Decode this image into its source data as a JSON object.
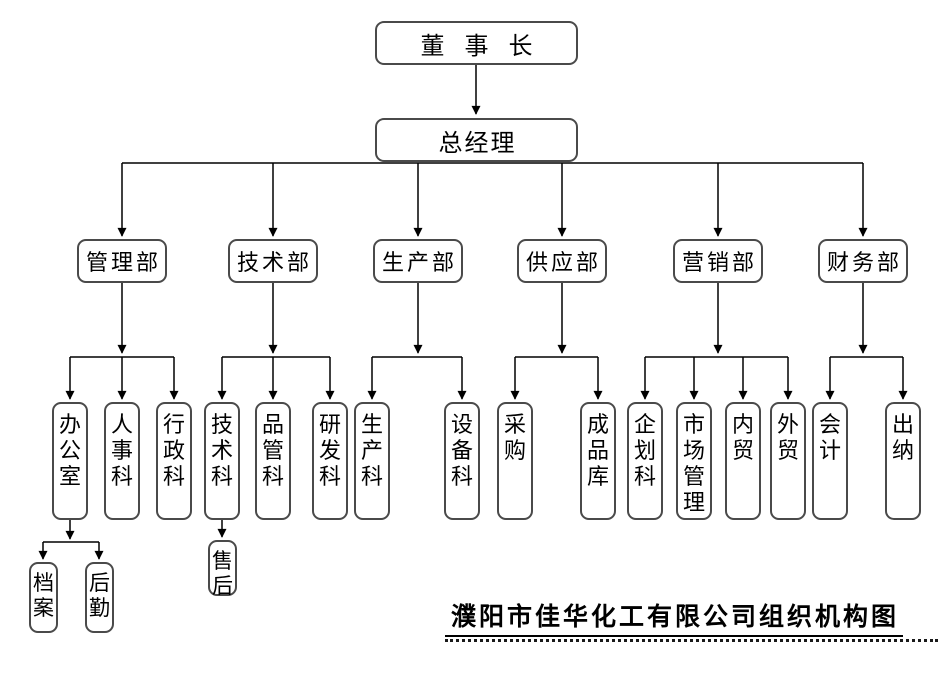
{
  "title": {
    "text": "濮阳市佳华化工有限公司组织机构图"
  },
  "nodes": {
    "chairman": "董事长",
    "general_manager": "总经理",
    "management_dept": "管理部",
    "technology_dept": "技术部",
    "production_dept": "生产部",
    "supply_dept": "供应部",
    "marketing_dept": "营销部",
    "finance_dept": "财务部",
    "office": "办公室",
    "personnel": "人事科",
    "administration": "行政科",
    "technical_section": "技术科",
    "quality_control": "品管科",
    "rnd_section": "研发科",
    "production_section": "生产科",
    "equipment_section": "设备科",
    "procurement": "采购",
    "finished_goods_store": "成品库",
    "planning_section": "企划科",
    "market_management": "市场管理",
    "domestic_trade": "内贸",
    "foreign_trade": "外贸",
    "accounting": "会计",
    "cashier": "出纳",
    "archives": "档案",
    "logistics": "后勤",
    "after_sales": "售后"
  },
  "hierarchy": {
    "chairman": [
      "general_manager"
    ],
    "general_manager": [
      "management_dept",
      "technology_dept",
      "production_dept",
      "supply_dept",
      "marketing_dept",
      "finance_dept"
    ],
    "management_dept": [
      "office",
      "personnel",
      "administration"
    ],
    "technology_dept": [
      "technical_section",
      "quality_control",
      "rnd_section"
    ],
    "production_dept": [
      "production_section",
      "equipment_section"
    ],
    "supply_dept": [
      "procurement",
      "finished_goods_store"
    ],
    "marketing_dept": [
      "planning_section",
      "market_management",
      "domestic_trade",
      "foreign_trade"
    ],
    "finance_dept": [
      "accounting",
      "cashier"
    ],
    "office": [
      "archives",
      "logistics"
    ],
    "technical_section": [
      "after_sales"
    ]
  },
  "colors": {
    "line": "#000000",
    "box_border": "#4a4a4a",
    "background": "#ffffff"
  }
}
